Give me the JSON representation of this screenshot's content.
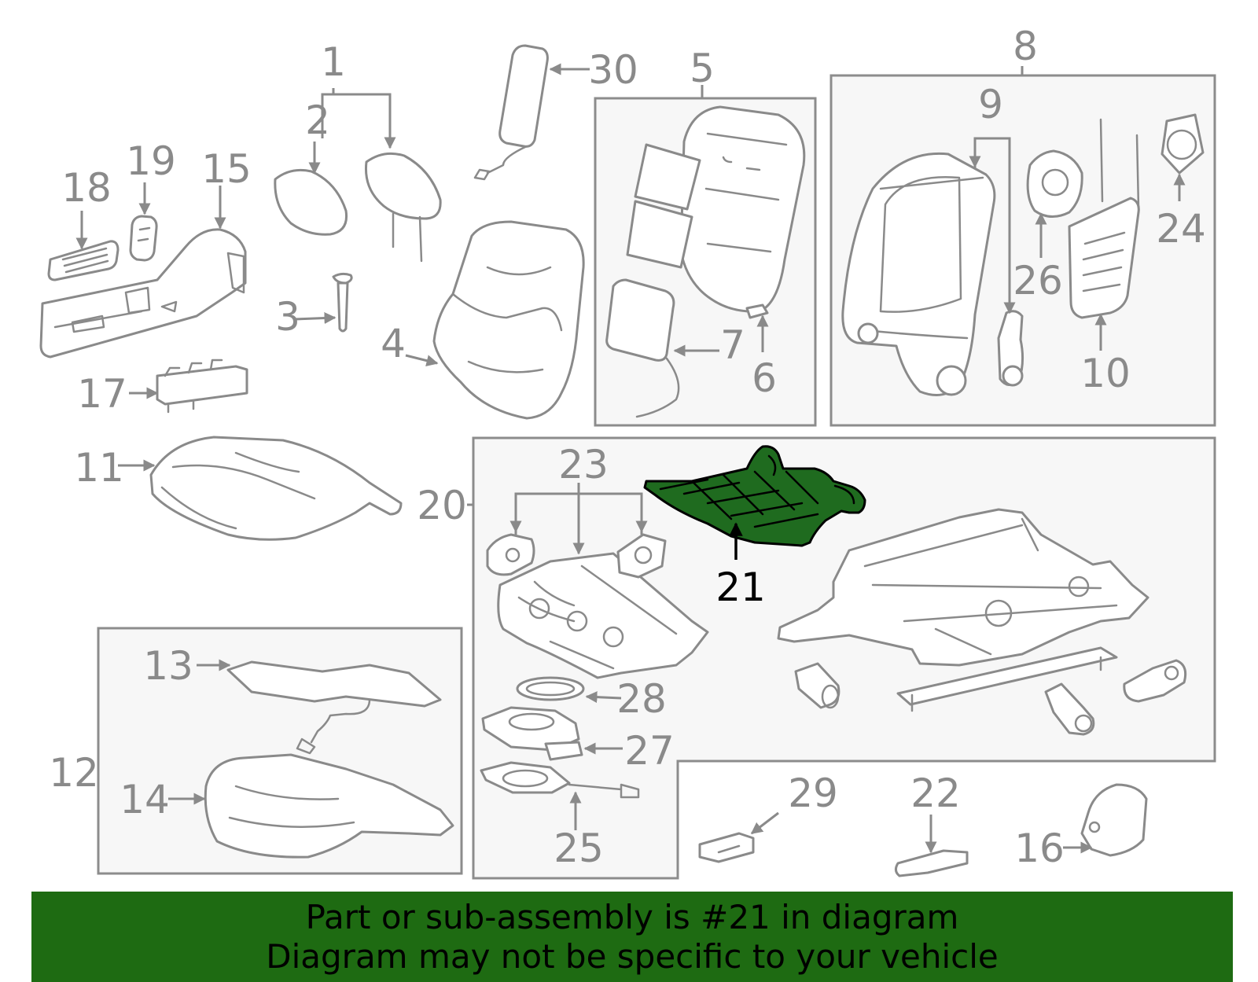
{
  "diagram": {
    "callouts": {
      "c1": "1",
      "c2": "2",
      "c3": "3",
      "c4": "4",
      "c5": "5",
      "c6": "6",
      "c7": "7",
      "c8": "8",
      "c9": "9",
      "c10": "10",
      "c11": "11",
      "c12": "12",
      "c13": "13",
      "c14": "14",
      "c15": "15",
      "c16": "16",
      "c17": "17",
      "c18": "18",
      "c19": "19",
      "c20": "20",
      "c21": "21",
      "c22": "22",
      "c23": "23",
      "c24": "24",
      "c25": "25",
      "c26": "26",
      "c27": "27",
      "c28": "28",
      "c29": "29",
      "c30": "30"
    },
    "highlighted_part": "21",
    "highlight_color": "#1e6b12"
  },
  "banner": {
    "line1": "Part or sub-assembly is #21 in diagram",
    "line2": "Diagram may not be specific to your vehicle"
  }
}
